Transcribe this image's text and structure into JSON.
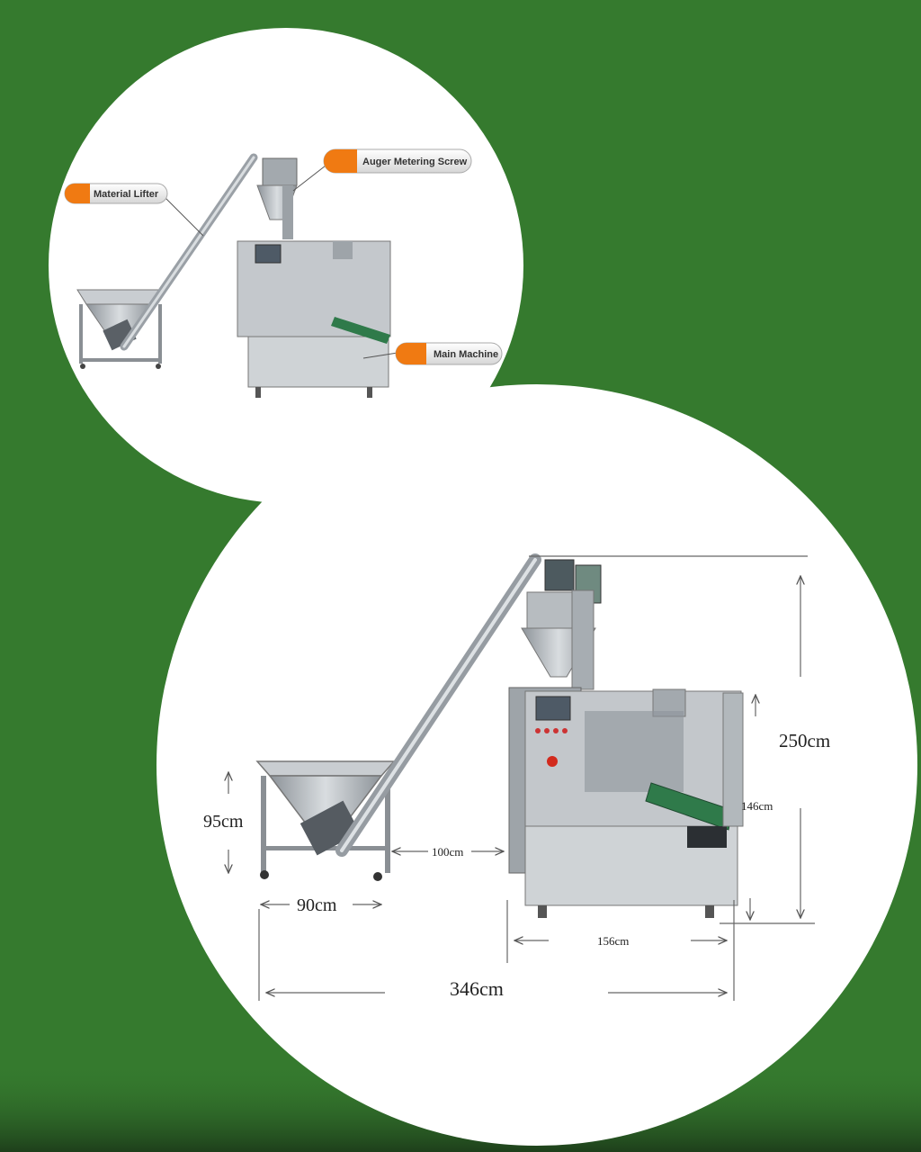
{
  "labels": {
    "material_lifter": "Material Lifter",
    "auger_metering_screw": "Auger Metering Screw",
    "main_machine": "Main Machine"
  },
  "dimensions": {
    "hopper_height": "95cm",
    "hopper_width": "90cm",
    "gap": "100cm",
    "main_width": "156cm",
    "main_height": "146cm",
    "total_height": "250cm",
    "total_width": "346cm"
  },
  "colors": {
    "background": "#357a2e",
    "callout_orange": "#f07a12",
    "steel": "#b9bec3",
    "steel_dark": "#7d8389",
    "conveyor": "#2f7a4a",
    "emergency_stop": "#d22a1d"
  }
}
